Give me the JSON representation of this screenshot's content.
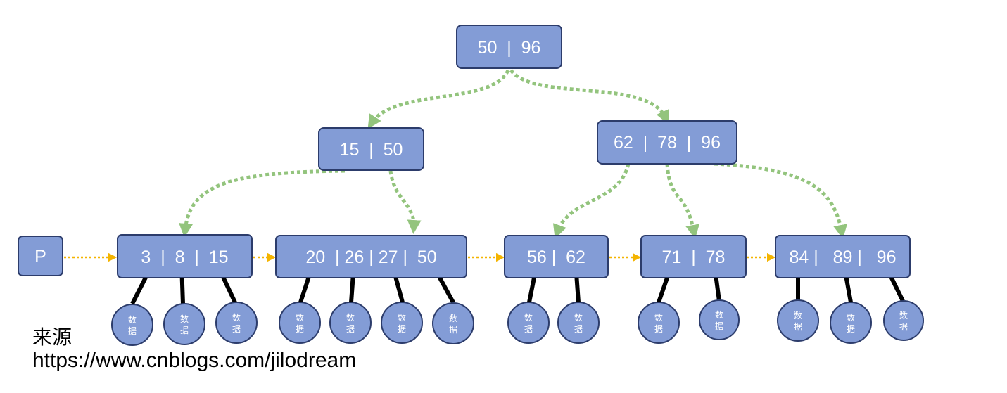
{
  "colors": {
    "node_fill": "#839cd6",
    "node_stroke": "#2c3c6b",
    "tree_edge": "#93c47d",
    "leaf_link": "#f4b400",
    "data_link": "#000000"
  },
  "pointer": {
    "label": "P"
  },
  "root": {
    "label": "50  |  96"
  },
  "internal_nodes": [
    {
      "id": "left",
      "label": "15  |  50"
    },
    {
      "id": "right",
      "label": "62  |  78  |  96"
    }
  ],
  "leaf_nodes": [
    {
      "id": "leaf1",
      "label": "3  |  8  |  15"
    },
    {
      "id": "leaf2",
      "label": "20  | 26 | 27 |  50"
    },
    {
      "id": "leaf3",
      "label": "56 |  62"
    },
    {
      "id": "leaf4",
      "label": "71  |  78"
    },
    {
      "id": "leaf5",
      "label": "84 |   89 |   96"
    }
  ],
  "data_label": "数\n据",
  "caption": {
    "title": "来源",
    "url": "https://www.cnblogs.com/jilodream"
  }
}
